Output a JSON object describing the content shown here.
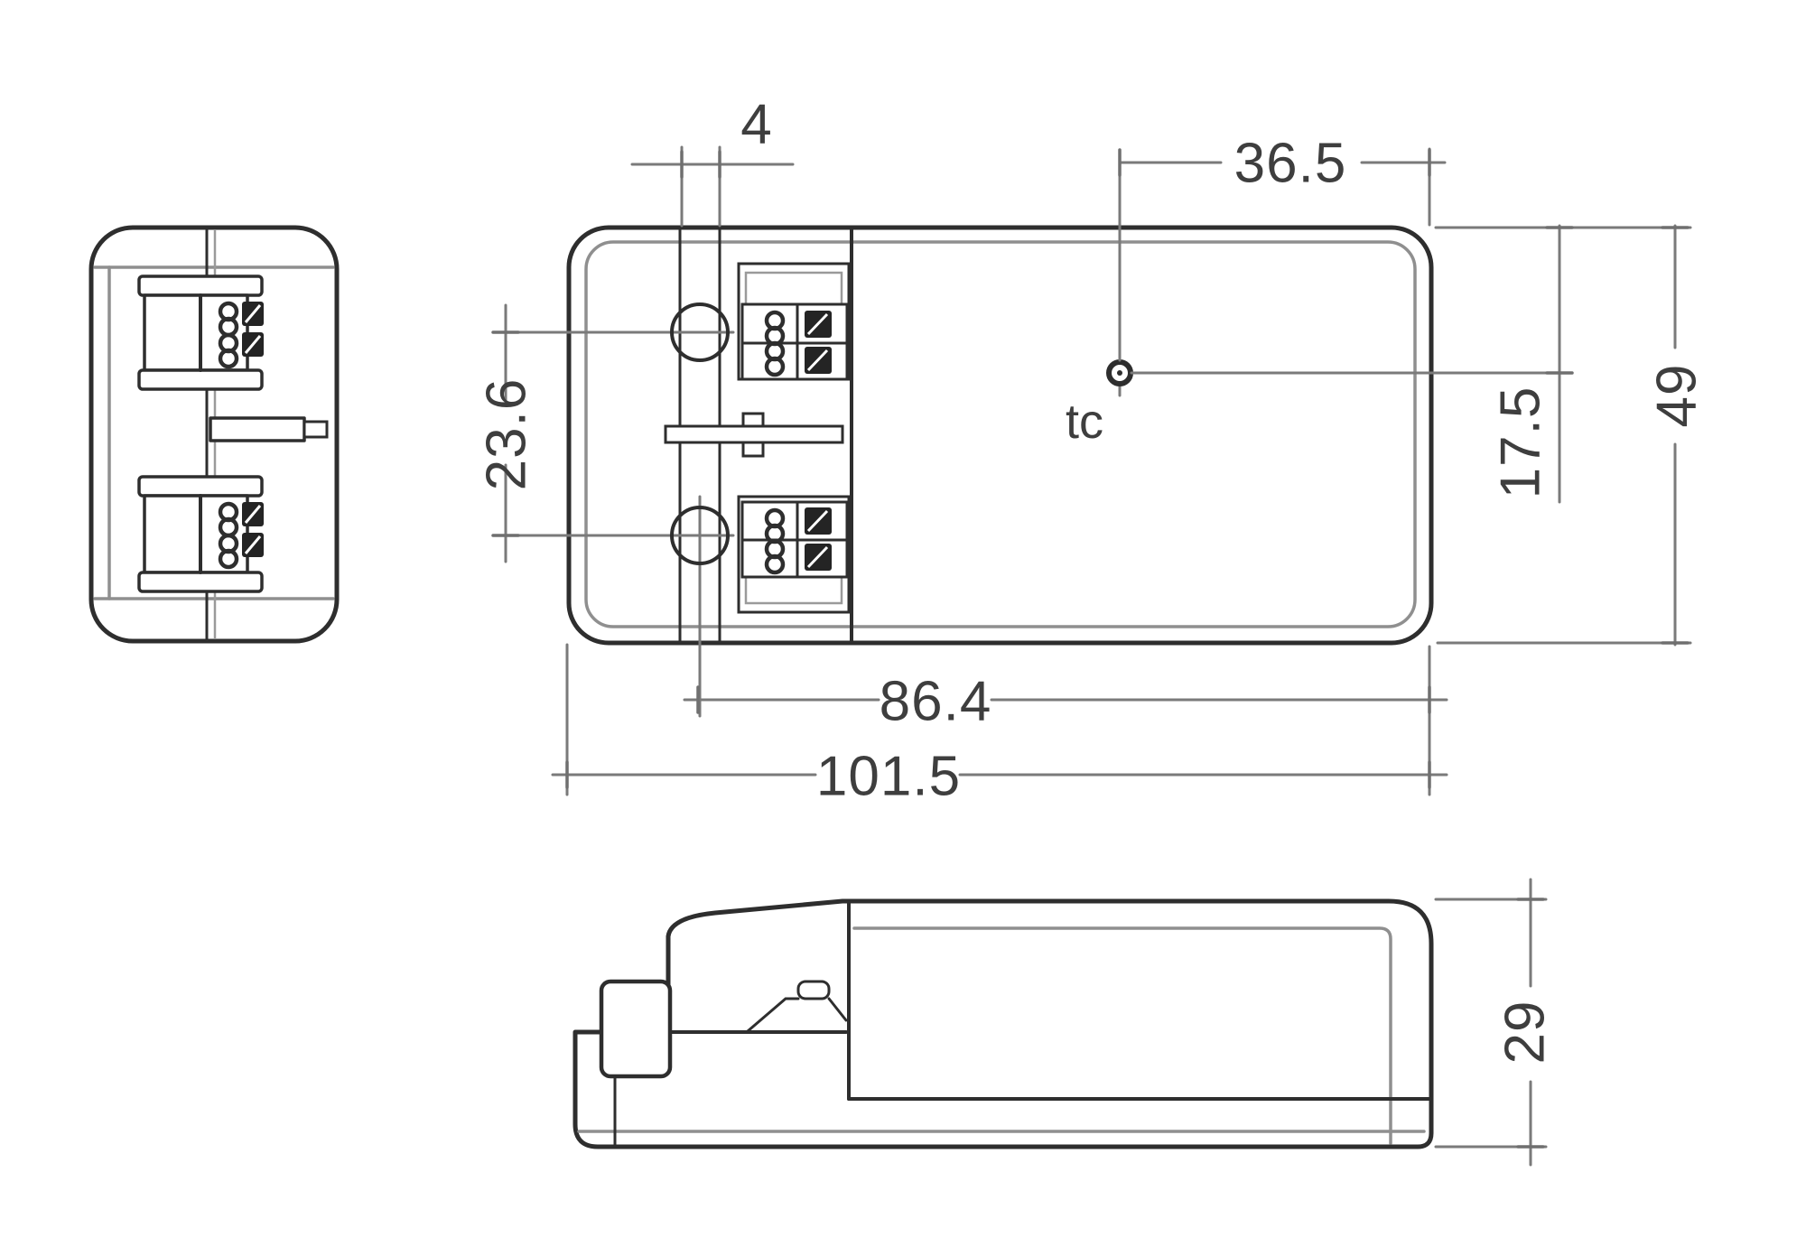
{
  "drawing": {
    "labels": {
      "slot_width": "4",
      "tc_from_right_edge": "36.5",
      "mount_hole_pitch": "23.6",
      "tc_from_top_edge": "17.5",
      "overall_width": "49",
      "mount_length": "86.4",
      "overall_length": "101.5",
      "overall_height": "29",
      "tc_point": "tc"
    },
    "colors": {
      "background": "#ffffff",
      "outline": "#2e2e2e",
      "inner_edge": "#8f8f8f",
      "dimension_line": "#7a7a7a",
      "label_text": "#3e3e3e"
    }
  }
}
